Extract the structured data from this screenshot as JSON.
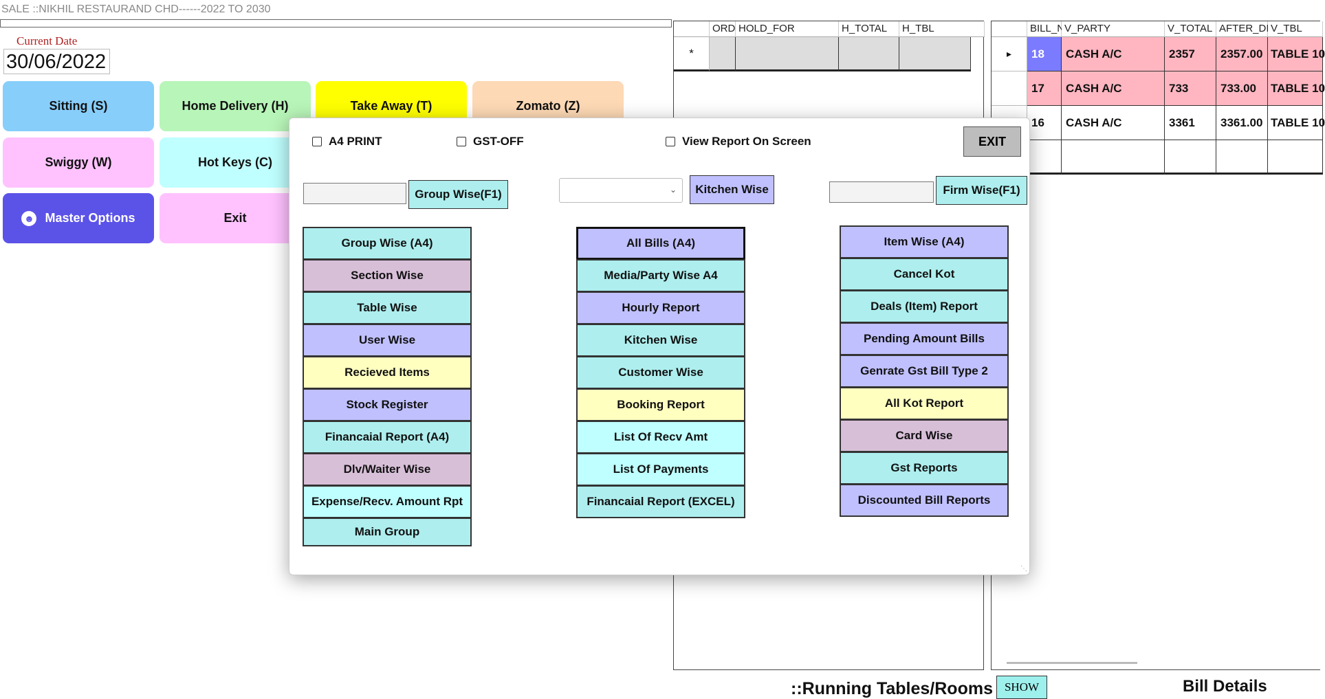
{
  "window_title": "SALE ::NIKHIL RESTAURAND CHD------2022 TO 2030",
  "current_date_label": "Current Date",
  "current_date": "30/06/2022",
  "menu": {
    "sitting": "Sitting (S)",
    "home_delivery": "Home Delivery (H)",
    "take_away": "Take Away (T)",
    "zomato": "Zomato (Z)",
    "swiggy": "Swiggy (W)",
    "hot_keys": "Hot Keys (C)",
    "master_options": "Master Options",
    "exit": "Exit"
  },
  "hold_grid": {
    "headers": [
      "ORD",
      "HOLD_FOR",
      "H_TOTAL",
      "H_TBL"
    ],
    "new_row_marker": "*"
  },
  "bills_grid": {
    "headers": [
      "BILL_N",
      "V_PARTY",
      "V_TOTAL",
      "AFTER_DI",
      "V_TBL"
    ],
    "row_marker": "▸",
    "rows": [
      {
        "bill": "18",
        "party": "CASH A/C",
        "total": "2357",
        "after": "2357.00",
        "tbl": "TABLE 10"
      },
      {
        "bill": "17",
        "party": "CASH A/C",
        "total": "733",
        "after": "733.00",
        "tbl": "TABLE 10"
      },
      {
        "bill": "16",
        "party": "CASH A/C",
        "total": "3361",
        "after": "3361.00",
        "tbl": "TABLE 10"
      }
    ]
  },
  "footer": {
    "running_tables": "::Running Tables/Rooms",
    "show": "SHOW",
    "bill_details": "Bill Details"
  },
  "dialog": {
    "a4_print": "A4 PRINT",
    "gst_off": "GST-OFF",
    "view_report": "View Report On Screen",
    "exit": "EXIT",
    "group_wise_f1": "Group Wise(F1)",
    "kitchen_wise": "Kitchen Wise",
    "firm_wise_f1": "Firm Wise(F1)",
    "col1": [
      "Group Wise (A4)",
      "Section Wise",
      "Table Wise",
      "User Wise",
      "Recieved Items",
      "Stock Register",
      "Financaial  Report (A4)",
      "Dlv/Waiter Wise",
      "Expense/Recv. Amount Rpt",
      "Main Group"
    ],
    "col2": [
      "All Bills (A4)",
      "Media/Party Wise A4",
      "Hourly Report",
      "Kitchen Wise",
      "Customer Wise",
      "Booking Report",
      "List Of Recv Amt",
      "List Of Payments",
      "Financaial  Report (EXCEL)"
    ],
    "col3": [
      "Item Wise (A4)",
      "Cancel Kot",
      "Deals (Item) Report",
      "Pending Amount Bills",
      "Genrate Gst Bill Type 2",
      "All Kot Report",
      "Card Wise",
      "Gst Reports",
      "Discounted Bill Reports"
    ]
  },
  "colors": {
    "teal": "#aeeeee",
    "lavender": "#c0c0ff",
    "mauve": "#d8bfd8",
    "yellow": "#ffffc0",
    "cyan": "#bfffff",
    "pink_row": "#ffb6c1",
    "bill_blue": "#7b7bff",
    "master_blue": "#5b53e8"
  }
}
